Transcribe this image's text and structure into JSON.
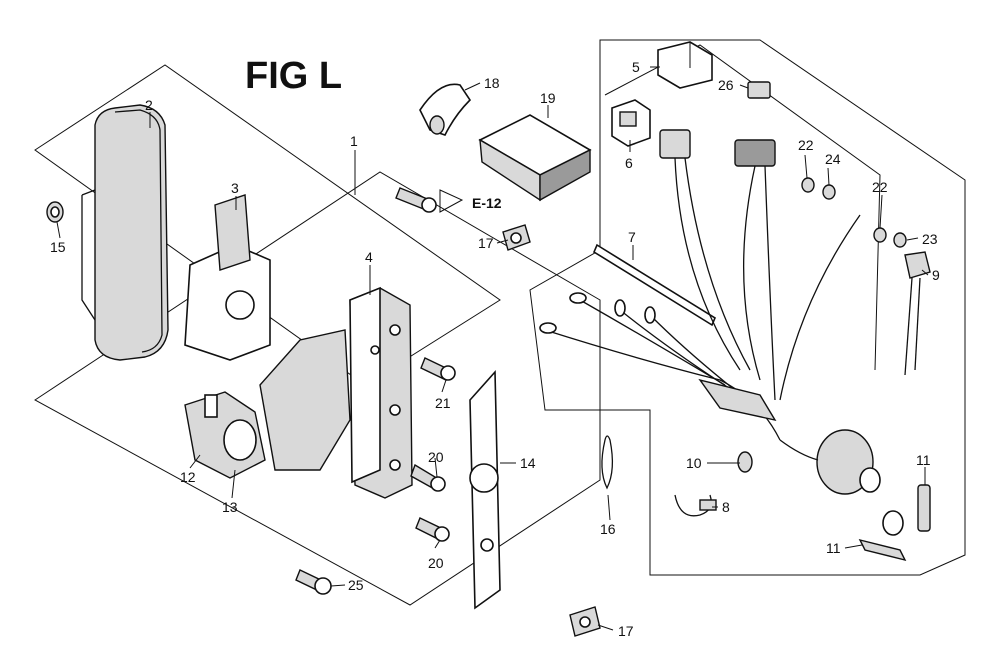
{
  "figure": {
    "title": "FIG L",
    "reference": "E-12"
  },
  "callouts": {
    "c1": "1",
    "c2": "2",
    "c3": "3",
    "c4": "4",
    "c5": "5",
    "c6": "6",
    "c7": "7",
    "c8": "8",
    "c9": "9",
    "c10": "10",
    "c11a": "11",
    "c11b": "11",
    "c12": "12",
    "c13": "13",
    "c14": "14",
    "c15": "15",
    "c16": "16",
    "c17a": "17",
    "c17b": "17",
    "c18": "18",
    "c19": "19",
    "c20a": "20",
    "c20b": "20",
    "c21": "21",
    "c22a": "22",
    "c22b": "22",
    "c23": "23",
    "c24": "24",
    "c25": "25",
    "c26": "26"
  }
}
